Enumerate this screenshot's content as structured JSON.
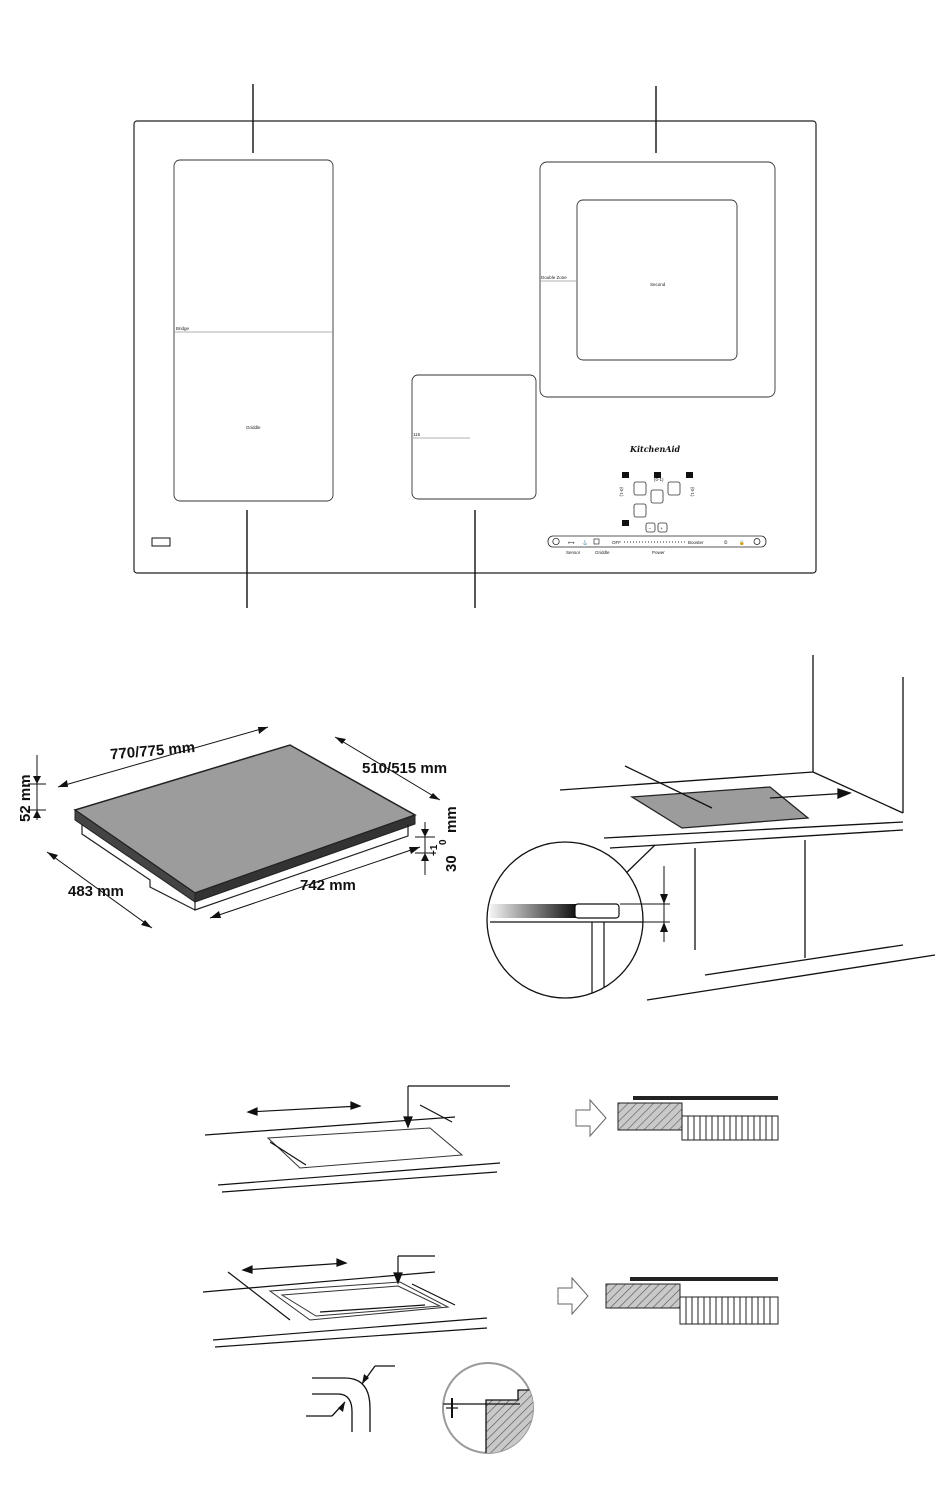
{
  "hob": {
    "zone_labels": {
      "bridge": "Bridge",
      "griddle": "Griddle",
      "double_zone": "Double Zone",
      "second": "Second",
      "third": "115"
    },
    "brand": "KitchenAid",
    "controls": {
      "level_left": "(0-1)",
      "level_mid": "(0-1)",
      "level_right": "(0-1)",
      "minus": "−",
      "plus": "+",
      "bar_labels": [
        "Sensor",
        "Griddle",
        "Power"
      ],
      "slider_left": "OFF",
      "slider_right": "Booster"
    }
  },
  "dimensions": {
    "width": "770/775 mm",
    "depth": "510/515 mm",
    "height": "52 mm",
    "cutout_depth": "483 mm",
    "cutout_width": "742 mm",
    "tolerance_base": "30",
    "tolerance_plus": "+1",
    "tolerance_minus": "0",
    "tolerance_unit": "mm"
  }
}
